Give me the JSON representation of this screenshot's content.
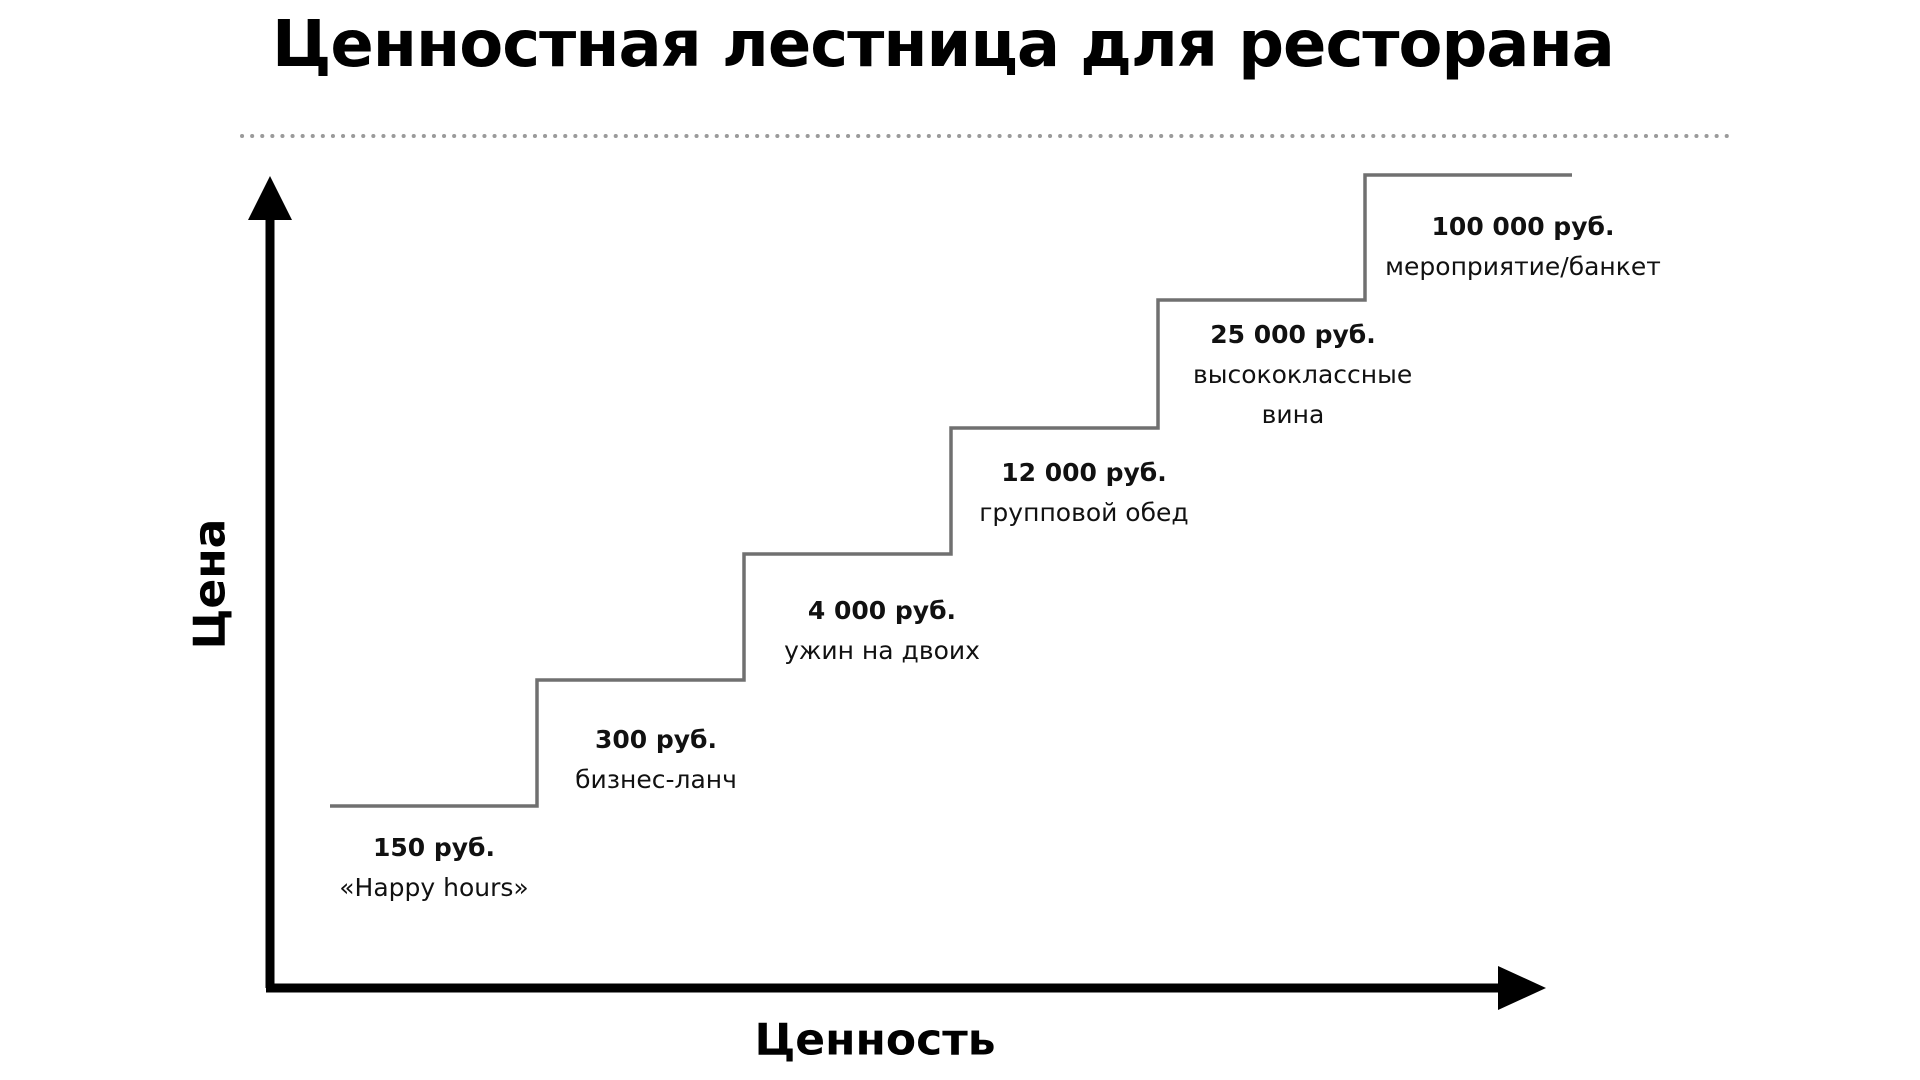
{
  "title": "Ценностная лестница для ресторана",
  "x_axis_label": "Ценность",
  "y_axis_label": "Цена",
  "colors": {
    "axis": "#000000",
    "stairs": "#707070",
    "divider": "#9a9a9a",
    "text": "#111111"
  },
  "steps": [
    {
      "price": "150 руб.",
      "desc": "«Happy hours»"
    },
    {
      "price": "300 руб.",
      "desc": "бизнес-ланч"
    },
    {
      "price": "4 000 руб.",
      "desc": "ужин на двоих"
    },
    {
      "price": "12 000 руб.",
      "desc": "групповой обед"
    },
    {
      "price": "25 000 руб.",
      "desc": "высококлассные вина"
    },
    {
      "price": "100 000 руб.",
      "desc": "мероприятие/банкет"
    }
  ]
}
